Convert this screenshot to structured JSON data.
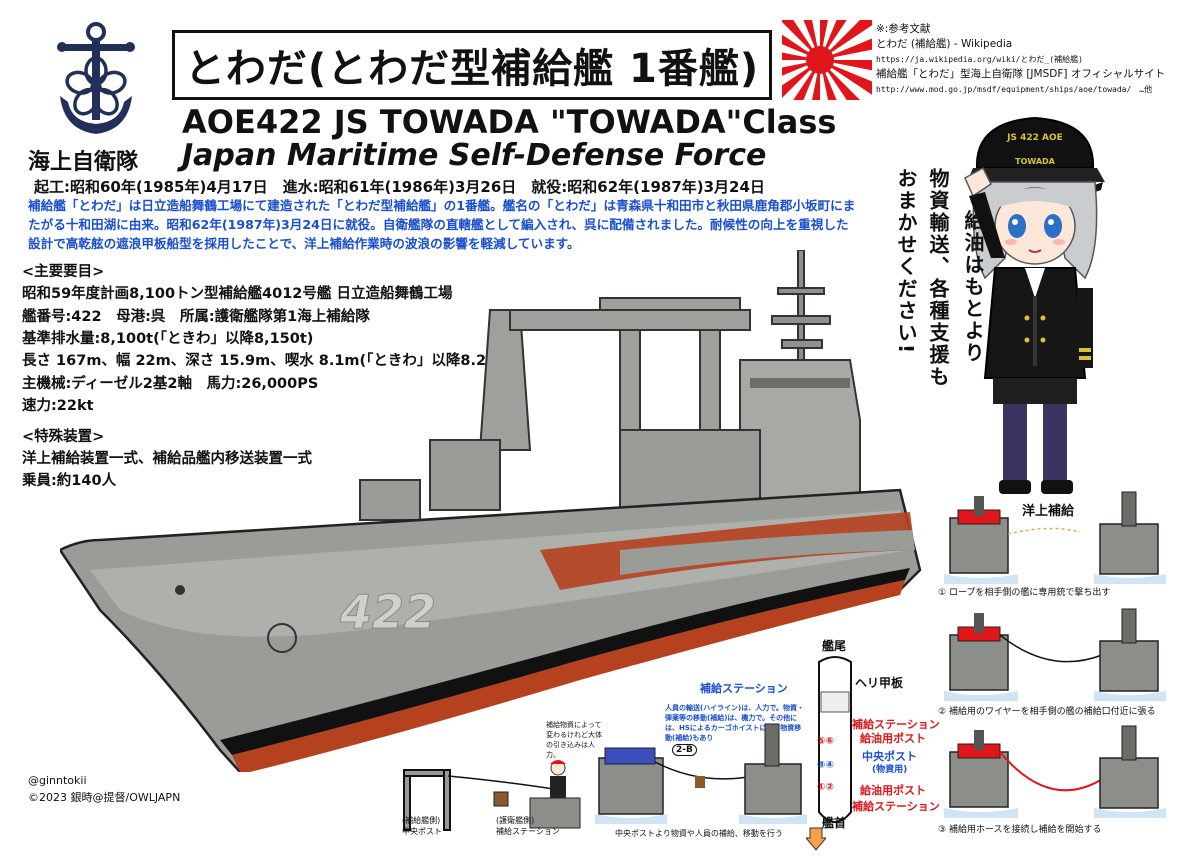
{
  "title": "とわだ(とわだ型補給艦 1番艦)",
  "hull_class": "AOE422 JS TOWADA \"TOWADA\"Class",
  "force_en": "Japan Maritime Self-Defense Force",
  "force_jp": "海上自衛隊",
  "dates": "起工:昭和60年(1985年)4月17日　進水:昭和61年(1986年)3月26日　就役:昭和62年(1987年)3月24日",
  "description": "補給艦「とわだ」は日立造船舞鶴工場にて建造された「とわだ型補給艦」の1番艦。艦名の「とわだ」は青森県十和田市と秋田県鹿角郡小坂町にまたがる十和田湖に由来。昭和62年(1987年)3月24日に就役。自衛艦隊の直轄艦として編入され、呉に配備されました。耐候性の向上を重視した設計で高乾舷の遮浪甲板船型を採用したことで、洋上補給作業時の波浪の影響を軽減しています。",
  "specs": {
    "heading": "<主要要目>",
    "line1": "昭和59年度計画8,100トン型補給艦4012号艦 日立造船舞鶴工場",
    "line2": "艦番号:422　母港:呉　所属:護衛艦隊第1海上補給隊",
    "line3": "基準排水量:8,100t(「ときわ」以降8,150t)",
    "line4": "長さ 167m、幅 22m、深さ 15.9m、喫水 8.1m(「ときわ」以降8.2m)",
    "line5": "主機械:ディーゼル2基2軸　馬力:26,000PS",
    "line6": "速力:22kt"
  },
  "special": {
    "heading": "<特殊装置>",
    "line1": "洋上補給装置一式、補給品艦内移送装置一式",
    "line2": "乗員:約140人"
  },
  "references": {
    "heading": "※:参考文献",
    "ref1": "とわだ (補給艦) - Wikipedia",
    "ref1_url": "https://ja.wikipedia.org/wiki/とわだ_(補給艦)",
    "ref2": "補給艦「とわだ」型海上自衛隊 [JMSDF] オフィシャルサイト",
    "ref2_url": "http://www.mod.go.jp/msdf/equipment/ships/aoe/towada/　…他"
  },
  "speech": {
    "col1": "物資輸送、各種支援も",
    "col2": "おまかせください!",
    "col3": "給油はもとより"
  },
  "cap_text": "JS 422 AOE",
  "cap_name": "TOWADA",
  "hull_number": "422",
  "diagram": {
    "stern": "艦尾",
    "bow": "艦首",
    "heli_deck": "ヘリ甲板",
    "supply_station_blue": "補給ステーション",
    "supply_station_top": "補給ステーション",
    "fuel_post_top": "給油用ポスト",
    "central_post": "中央ポスト",
    "central_post_sub": "(物資用)",
    "fuel_post_bottom": "給油用ポスト",
    "supply_station_bottom": "補給ステーション",
    "num56": "⑤⑥",
    "num34": "③④",
    "num12": "①②",
    "personnel_note": "人員の輸送(ハイライン)は、人力で。物資・弾薬等の移動(補給)は、機力で。その他には、HSによるカーゴホイストによる物資移動(補給)もあり",
    "supply_note": "補給物資によって変わるけれど大体の引き込みは人力。",
    "label_22b": "2-B",
    "central_post_diag": "(補給艦側)\n中央ポスト",
    "supply_station_diag": "(護衛艦側)\n補給ステーション",
    "bottom_caption": "中央ポストより物資や人員の補給、移動を行う"
  },
  "replenish": {
    "title": "洋上補給",
    "step1": "ロープを相手側の艦に専用銃で撃ち出す",
    "step2": "補給用のワイヤーを相手側の艦の補給口付近に張る",
    "step3": "補給用ホースを接続し補給を開始する"
  },
  "credits": {
    "handle": "@ginntokii",
    "copyright": "©2023 銀時@提督/OWLJAPN"
  },
  "colors": {
    "hull_gray": "#9a9c98",
    "hull_red": "#b5411f",
    "accent_red": "#e0161a",
    "accent_blue": "#1a4fd0"
  }
}
